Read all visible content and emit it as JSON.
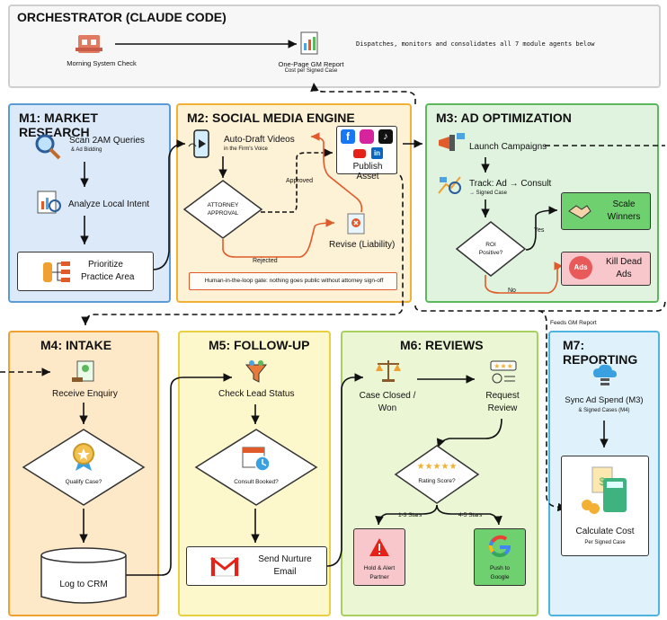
{
  "orchestrator": {
    "title": "ORCHESTRATOR (CLAUDE CODE)",
    "morning_check": "Morning System Check",
    "report": "One-Page GM Report",
    "report_sub": "Cost per Signed Case",
    "note": "Dispatches, monitors and consolidates all 7 module agents below"
  },
  "m1": {
    "title": "M1: MARKET RESEARCH",
    "scan": "Scan 2AM Queries",
    "scan_sub": "& Ad Bidding",
    "analyze": "Analyze Local Intent",
    "prioritize_1": "Prioritize",
    "prioritize_2": "Practice Area"
  },
  "m2": {
    "title": "M2: SOCIAL MEDIA ENGINE",
    "draft": "Auto-Draft Videos",
    "draft_sub": "in the Firm's Voice",
    "publish": "Publish Asset",
    "approval_1": "ATTORNEY",
    "approval_2": "APPROVAL",
    "approved": "Approved",
    "rejected": "Rejected",
    "revise": "Revise (Liability)",
    "gate": "Human-in-the-loop gate: nothing goes public without attorney sign-off"
  },
  "m3": {
    "title": "M3: AD OPTIMIZATION",
    "launch": "Launch Campaigns",
    "track": "Track: Ad → Consult",
    "track_sub": "→ Signed Case",
    "roi_1": "ROI",
    "roi_2": "Positive?",
    "yes": "Yes",
    "no": "No",
    "scale_1": "Scale",
    "scale_2": "Winners",
    "kill_1": "Kill Dead",
    "kill_2": "Ads",
    "ads_badge": "Ads"
  },
  "feeds": "Feeds GM Report",
  "m4": {
    "title": "M4: INTAKE",
    "receive": "Receive Enquiry",
    "qualify": "Qualify Case?",
    "crm": "Log to CRM"
  },
  "m5": {
    "title": "M5: FOLLOW-UP",
    "check": "Check Lead Status",
    "consult": "Consult Booked?",
    "nurture_1": "Send Nurture",
    "nurture_2": "Email"
  },
  "m6": {
    "title": "M6: REVIEWS",
    "closed_1": "Case Closed /",
    "closed_2": "Won",
    "request_1": "Request",
    "request_2": "Review",
    "stars": "★★★★★",
    "rating": "Rating Score?",
    "low": "1-3 Stars",
    "high": "4-5 Stars",
    "hold_1": "Hold & Alert",
    "hold_2": "Partner",
    "push_1": "Push to",
    "push_2": "Google"
  },
  "m7": {
    "title": "M7: REPORTING",
    "sync": "Sync Ad Spend (M3)",
    "sync_sub": "& Signed Cases (M4)",
    "calc": "Calculate Cost",
    "calc_sub": "Per Signed Case"
  },
  "colors": {
    "m1_bg": "#dbe9f9",
    "m1_border": "#5b9bd5",
    "m2_bg": "#fdf1d6",
    "m2_border": "#f2b134",
    "m3_bg": "#dff3df",
    "m3_border": "#5cb85c",
    "m4_bg": "#fde9c8",
    "m4_border": "#f0a030",
    "m5_bg": "#fdf7cc",
    "m5_border": "#e8d040",
    "m6_bg": "#eaf6d4",
    "m6_border": "#a8d060",
    "m7_bg": "#dff1fb",
    "m7_border": "#4fb3e0",
    "reject": "#e05a2a"
  }
}
